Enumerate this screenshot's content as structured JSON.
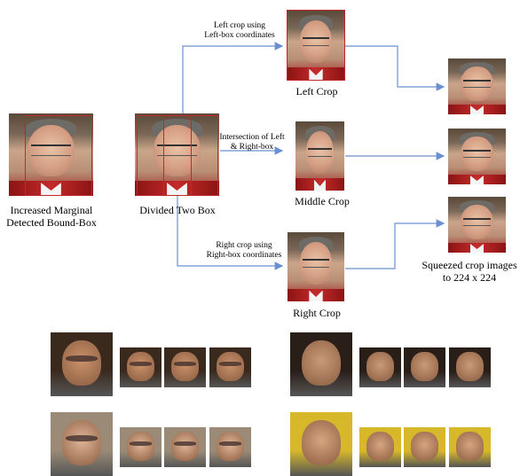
{
  "diagram": {
    "labels": {
      "left_source": "Increased Marginal\nDetected Bound-Box",
      "divided": "Divided Two Box",
      "left_arrow": "Left crop using\nLeft-box coordinates",
      "middle_arrow": "Intersection of Left\n& Right-box",
      "right_arrow": "Right crop using\nRight-box coordinates",
      "left_crop": "Left Crop",
      "middle_crop": "Middle Crop",
      "right_crop": "Right Crop",
      "squeezed": "Squeezed crop images\nto 224 x 224"
    },
    "colors": {
      "arrow": "#6b8fd1",
      "box": "#c0282b"
    }
  },
  "examples": [
    {
      "subject": "man-grinning",
      "skin": "#c9926a",
      "bg": "#3a2a1e",
      "glasses": true
    },
    {
      "subject": "woman-sunglasses",
      "skin": "#e0b596",
      "bg": "#9a8a76",
      "glasses": true
    },
    {
      "subject": "boy-dark",
      "skin": "#c99a78",
      "bg": "#2a1e18",
      "glasses": false
    },
    {
      "subject": "boy-smiling",
      "skin": "#d7a47e",
      "bg": "#d6b82a",
      "glasses": false
    }
  ]
}
